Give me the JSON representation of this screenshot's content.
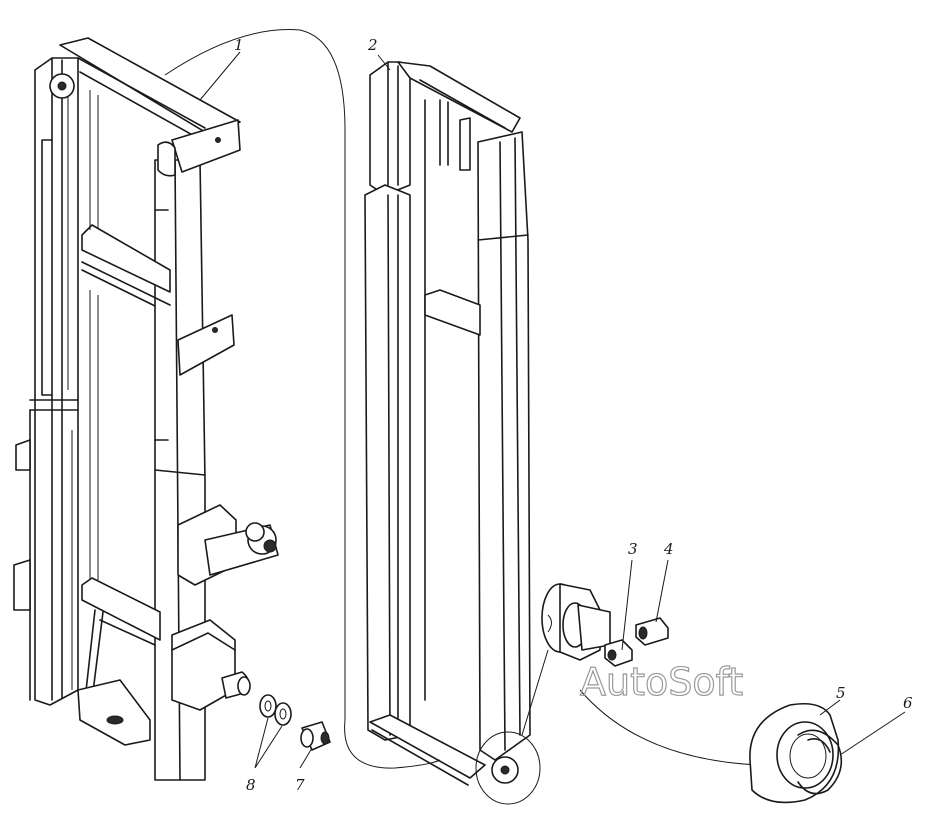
{
  "labels": {
    "p1": "1",
    "p2": "2",
    "p3": "3",
    "p4": "4",
    "p5": "5",
    "p6": "6",
    "p7": "7",
    "p8": "8"
  },
  "watermark": "AutoSoft"
}
